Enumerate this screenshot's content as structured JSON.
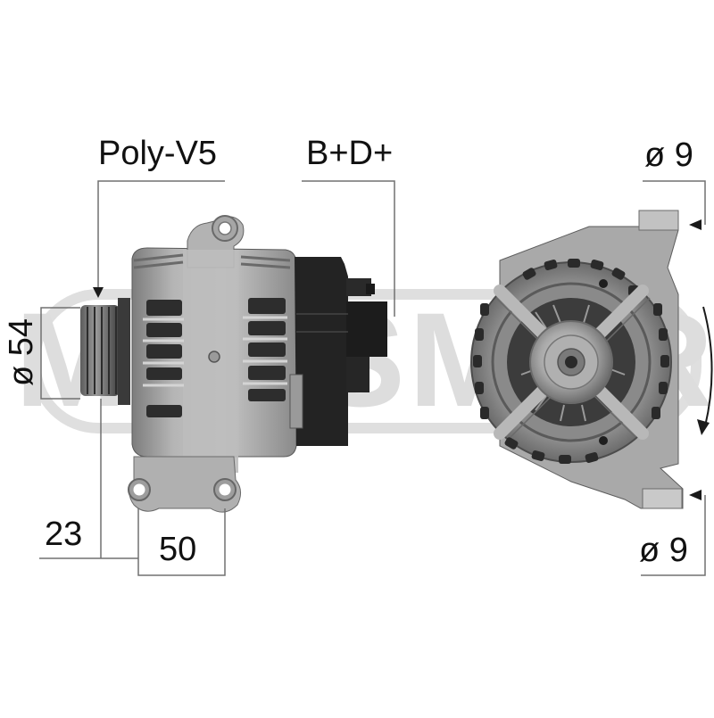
{
  "watermark": {
    "text": "MESSMER",
    "color": "#d9d9d9"
  },
  "colors": {
    "background": "#ffffff",
    "dimension_line": "#6e6e6e",
    "label_text": "#111111",
    "housing_light": "#b9b9b9",
    "housing_mid": "#8f8f8f",
    "housing_dark": "#4a4a4a",
    "connector_black": "#1e1e1e",
    "rotation_arrow": "#1a1a1a"
  },
  "labels": {
    "belt_type": "Poly-V5",
    "terminals": "B+D+",
    "pulley_diameter": "ø 54",
    "pulley_offset": "23",
    "mount_spacing": "50",
    "top_mount_hole": "ø 9",
    "bottom_mount_hole": "ø 9"
  },
  "views": {
    "side_view": "alternator-side-view",
    "rear_view": "alternator-rear-view"
  },
  "rotation": {
    "direction": "clockwise"
  }
}
